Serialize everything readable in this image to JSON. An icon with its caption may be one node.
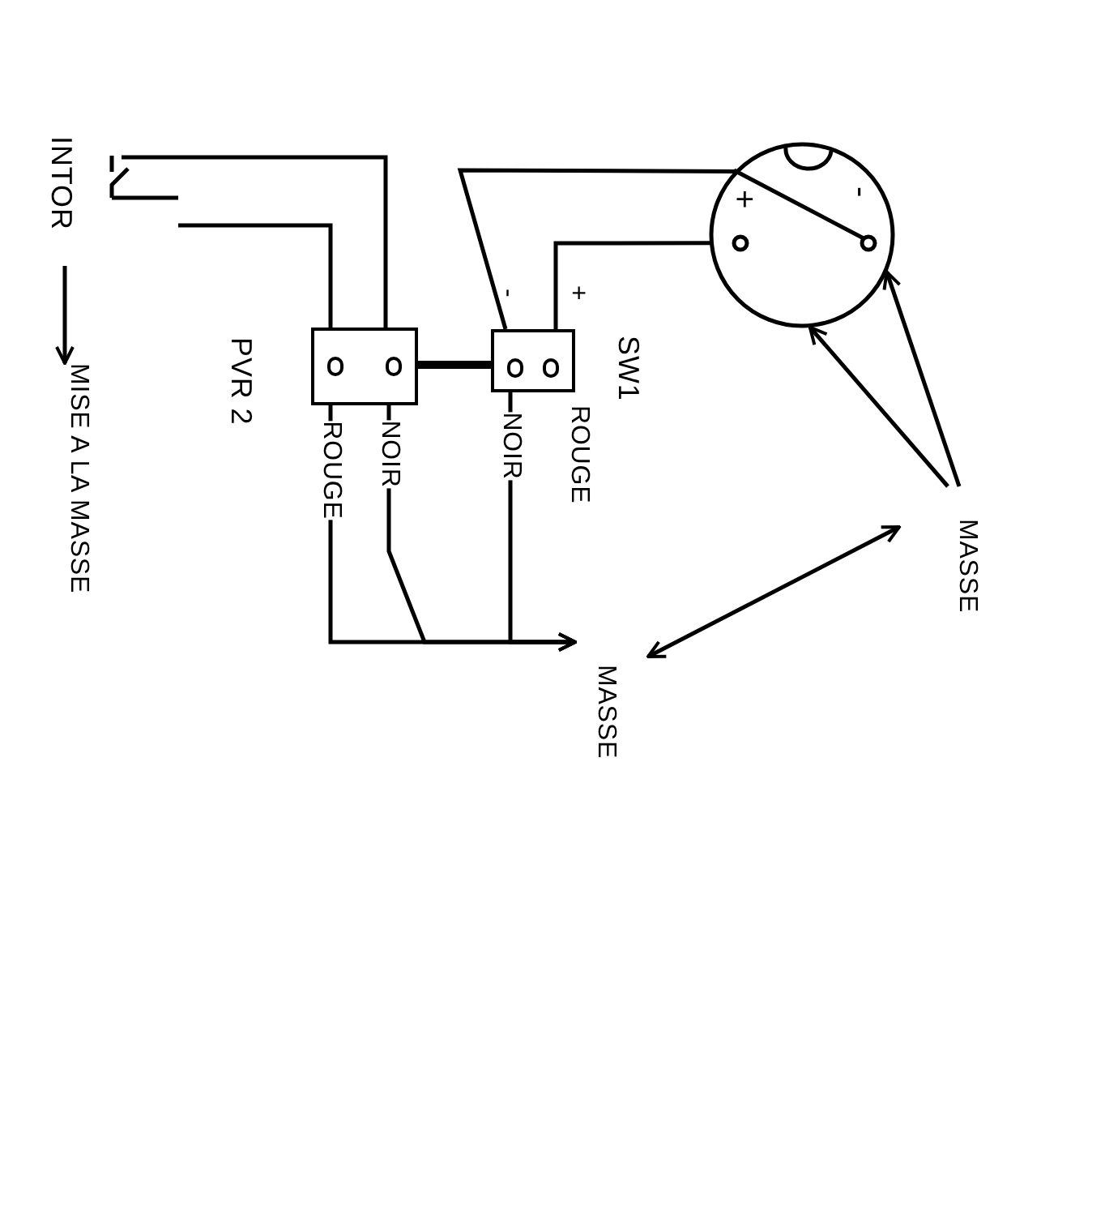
{
  "diagram": {
    "nodes": [
      {
        "text": [
          "INTOR"
        ]
      },
      {
        "text": [
          "PVR 2"
        ]
      },
      {
        "text": [
          "SW1"
        ]
      },
      {
        "text": [
          "+",
          "-"
        ]
      },
      {
        "text": [
          "MASSE"
        ]
      },
      {
        "text": [
          "MASSE"
        ]
      },
      {
        "text": [
          "MISE A LA MASSE"
        ]
      }
    ],
    "edges": [
      {
        "from": 0,
        "to": 1,
        "arrow": "none"
      },
      {
        "from": 0,
        "to": 1,
        "arrow": "none"
      },
      {
        "from": 1,
        "to": 2,
        "arrow": "none",
        "style": "thick"
      },
      {
        "from": 2,
        "to": 3,
        "arrow": "none"
      },
      {
        "from": 2,
        "to": 3,
        "arrow": "none"
      },
      {
        "from": 1,
        "to": 5,
        "arrow": "to",
        "label": "ROUGE"
      },
      {
        "from": 1,
        "to": 5,
        "arrow": "to",
        "label": "NOIR"
      },
      {
        "from": 2,
        "to": 5,
        "arrow": "to",
        "label": "NOIR"
      },
      {
        "from": 4,
        "to": 3,
        "arrow": "to"
      },
      {
        "from": 4,
        "to": 3,
        "arrow": "to"
      },
      {
        "from": 5,
        "to": 4,
        "arrow": "both"
      },
      {
        "from": 0,
        "to": 6,
        "arrow": "to"
      }
    ],
    "labels": [
      "-",
      "+",
      "ROUGE"
    ]
  }
}
